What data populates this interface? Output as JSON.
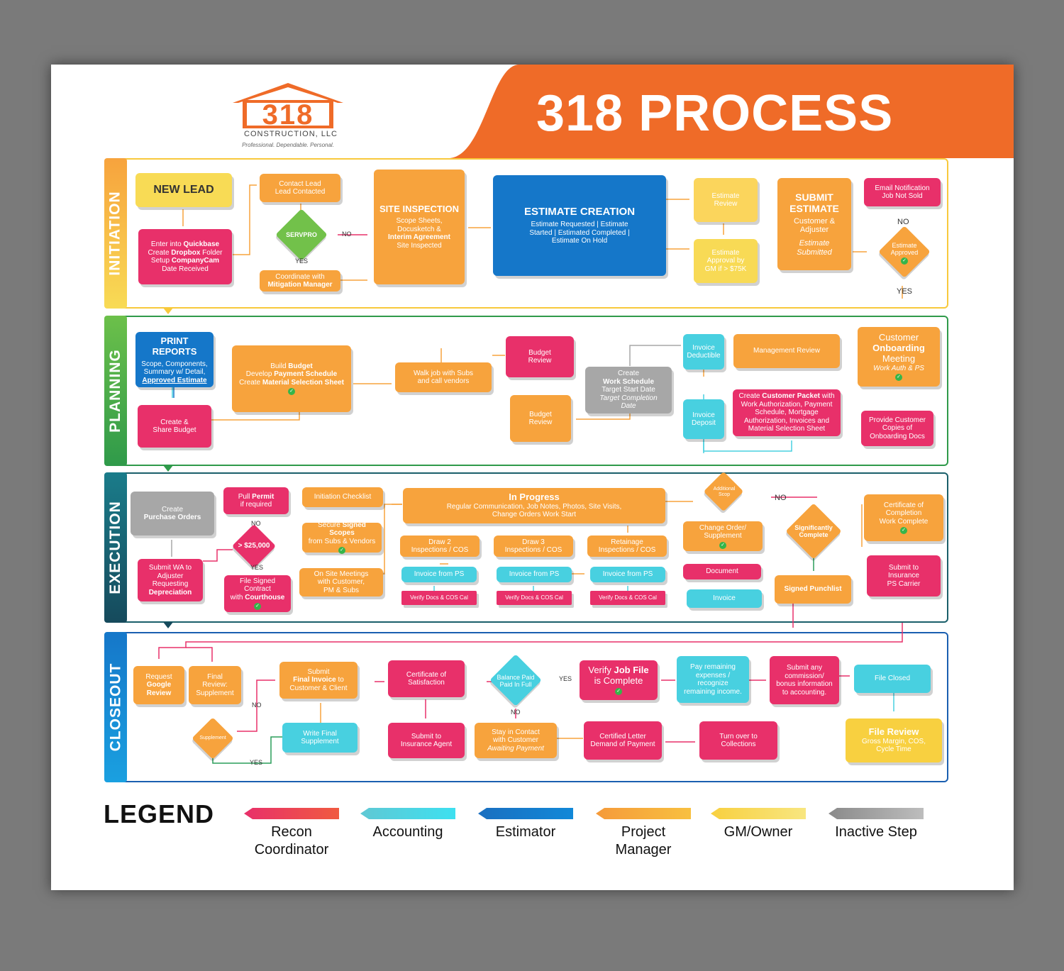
{
  "header": {
    "title": "318 PROCESS",
    "logo_number": "318",
    "logo_company": "CONSTRUCTION, LLC",
    "logo_tagline": "Professional. Dependable. Personal."
  },
  "colors": {
    "recon": "#e8306a",
    "accounting": "#48d0e0",
    "estimator": "#1577c9",
    "project_manager": "#f7a33d",
    "gm_owner": "#f8db55",
    "inactive": "#a7a7a7",
    "banner": "#ef6b28"
  },
  "sections": {
    "initiation": "INITIATION",
    "planning": "PLANNING",
    "execution": "EXECUTION",
    "closeout": "CLOSEOUT"
  },
  "initiation": {
    "new_lead": "NEW LEAD",
    "enter": {
      "l1": "Enter into ",
      "l1b": "Quickbase",
      "l2": "Create ",
      "l2b": "Dropbox",
      "l2c": " Folder",
      "l3": "Setup ",
      "l3b": "CompanyCam",
      "l4": "Date Received"
    },
    "contact": {
      "l1": "Contact Lead",
      "l2": "Lead Contacted"
    },
    "servpro": "SERVPRO",
    "no": "NO",
    "yes": "YES",
    "coordinate": {
      "l1": "Coordinate with",
      "l2": "Mitigation Manager"
    },
    "site": {
      "title": "SITE INSPECTION",
      "l1": "Scope Sheets,",
      "l2": "Docusketch &",
      "l3": "Interim Agreement",
      "l4": "Site Inspected"
    },
    "estimate_creation": {
      "title": "ESTIMATE CREATION",
      "l1": "Estimate Requested | Estimate",
      "l2": "Started | Estimated Completed |",
      "l3": "Estimate On Hold"
    },
    "estimate_review": {
      "l1": "Estimate",
      "l2": "Review"
    },
    "estimate_approval": {
      "l1": "Estimate",
      "l2": "Approval by",
      "l3": "GM if > $75K"
    },
    "submit": {
      "title1": "SUBMIT",
      "title2": "ESTIMATE",
      "l1": "Customer &",
      "l2": "Adjuster",
      "l3": "Estimate",
      "l4": "Submitted"
    },
    "email": {
      "l1": "Email Notification",
      "l2": "Job Not Sold"
    },
    "approved": {
      "l1": "Estimate",
      "l2": "Approved"
    },
    "no2": "NO",
    "yes2": "YES"
  },
  "planning": {
    "print": {
      "title": "PRINT REPORTS",
      "l1": "Scope, Components,",
      "l2": "Summary w/ Detail,",
      "l3": "Approved Estimate"
    },
    "create_budget": {
      "l1": "Create &",
      "l2": "Share Budget"
    },
    "build": {
      "l1": "Build ",
      "l1b": "Budget",
      "l2": "Develop ",
      "l2b": "Payment Schedule",
      "l3": "Create ",
      "l3b": "Material Selection Sheet"
    },
    "walk": {
      "l1": "Walk job with Subs",
      "l2": "and call vendors"
    },
    "budget_review_1": {
      "l1": "Budget",
      "l2": "Review"
    },
    "budget_review_2": {
      "l1": "Budget",
      "l2": "Review"
    },
    "work_schedule": {
      "l1": "Create",
      "l2": "Work Schedule",
      "l3": "Target Start Date",
      "l4": "Target Completion",
      "l5": "Date"
    },
    "invoice_deductible": {
      "l1": "Invoice",
      "l2": "Deductible"
    },
    "invoice_deposit": {
      "l1": "Invoice",
      "l2": "Deposit"
    },
    "management_review": "Management Review",
    "packet": {
      "l1": "Create ",
      "l1b": "Customer Packet",
      "l1c": " with",
      "l2": "Work Authorization, Payment",
      "l3": "Schedule, Mortgage",
      "l4": "Authorization, Invoices and",
      "l5": "Material Selection Sheet"
    },
    "onboarding": {
      "l1": "Customer",
      "l2": "Onboarding",
      "l3": "Meeting",
      "l4": "Work Auth & PS"
    },
    "provide": {
      "l1": "Provide Customer",
      "l2": "Copies of",
      "l3": "Onboarding Docs"
    }
  },
  "execution": {
    "purchase": {
      "l1": "Create",
      "l2": "Purchase Orders"
    },
    "submit_wa": {
      "l1": "Submit WA to",
      "l2": "Adjuster",
      "l3": "Requesting",
      "l4": "Depreciation"
    },
    "permit": {
      "l1": "Pull ",
      "l1b": "Permit",
      "l2": "if required"
    },
    "no": "NO",
    "gt": "> $25,000",
    "yes": "YES",
    "file_signed": {
      "l1": "File Signed",
      "l2": "Contract",
      "l3": "with ",
      "l3b": "Courthouse"
    },
    "initiation_checklist": "Initiation Checklist",
    "secure": {
      "l1": "Secure ",
      "l1b": "Signed Scopes",
      "l2": "from Subs & Vendors"
    },
    "onsite": {
      "l1": "On Site Meetings",
      "l2": "with Customer,",
      "l3": "PM & Subs"
    },
    "in_progress": {
      "title": "In Progress",
      "l1": "Regular Communication, Job Notes, Photos, Site Visits,",
      "l2": "Change Orders Work Start"
    },
    "draw2": {
      "l1": "Draw 2",
      "l2": "Inspections / COS"
    },
    "draw3": {
      "l1": "Draw 3",
      "l2": "Inspections / COS"
    },
    "retainage": {
      "l1": "Retainage",
      "l2": "Inspections / COS"
    },
    "invoice_ps_1": "Invoice from PS",
    "invoice_ps_2": "Invoice from PS",
    "invoice_ps_3": "Invoice from PS",
    "verify_1": "Verify Docs & COS Cal",
    "verify_2": "Verify Docs & COS Cal",
    "verify_3": "Verify Docs & COS Cal",
    "additional_scop": {
      "l1": "Additional",
      "l2": "Scop"
    },
    "no2": "NO",
    "change_order": {
      "l1": "Change Order/",
      "l2": "Supplement"
    },
    "document": "Document",
    "invoice": "Invoice",
    "significantly": {
      "l1": "Significantly",
      "l2": "Complete"
    },
    "signed_punchlist": "Signed Punchlist",
    "certificate": {
      "l1": "Certificate of",
      "l2": "Completion",
      "l3": "Work Complete"
    },
    "submit_insurance": {
      "l1": "Submit to",
      "l2": "Insurance",
      "l3": "PS Carrier"
    }
  },
  "closeout": {
    "request_google": {
      "l1": "Request",
      "l2": "Google",
      "l3": "Review"
    },
    "final_review": {
      "l1": "Final",
      "l2": "Review:",
      "l3": "Supplement"
    },
    "supplement": "Supplement",
    "no": "NO",
    "yes": "YES",
    "submit_final": {
      "l1": "Submit",
      "l2": "Final Invoice",
      "l2c": " to",
      "l3": "Customer & Client"
    },
    "write_final": {
      "l1": "Write Final",
      "l2": "Supplement"
    },
    "certificate_satisfaction": {
      "l1": "Certificate of",
      "l2": "Satisfaction"
    },
    "submit_agent": {
      "l1": "Submit to",
      "l2": "Insurance Agent"
    },
    "balance": {
      "l1": "Balance Paid",
      "l2": "Paid In Full"
    },
    "yes2": "YES",
    "no2": "NO",
    "stay": {
      "l1": "Stay in Contact",
      "l2": "with Customer",
      "l3": "Awaiting Payment"
    },
    "verify_job": {
      "l1": "Verify ",
      "l1b": "Job File",
      "l2": "is Complete"
    },
    "certified": {
      "l1": "Certified Letter",
      "l2": "Demand of Payment"
    },
    "pay_remaining": {
      "l1": "Pay remaining",
      "l2": "expenses /",
      "l3": "recognize",
      "l4": "remaining income."
    },
    "turn_over": {
      "l1": "Turn over to",
      "l2": "Collections"
    },
    "submit_commission": {
      "l1": "Submit any",
      "l2": "commission/",
      "l3": "bonus information",
      "l4": "to accounting."
    },
    "file_closed": "File Closed",
    "file_review": {
      "title": "File Review",
      "l1": "Gross Margin, COS,",
      "l2": "Cycle Time"
    }
  },
  "legend": {
    "title": "LEGEND",
    "items": [
      {
        "l1": "Recon",
        "l2": "Coordinator",
        "color": "#e8306a",
        "color2": "#f05a40"
      },
      {
        "l1": "Accounting",
        "l2": "",
        "color": "#5fc8d4",
        "color2": "#3ee0f0"
      },
      {
        "l1": "Estimator",
        "l2": "",
        "color": "#1a6fc0",
        "color2": "#1188d8"
      },
      {
        "l1": "Project",
        "l2": "Manager",
        "color": "#f59a3a",
        "color2": "#f8c040"
      },
      {
        "l1": "GM/Owner",
        "l2": "",
        "color": "#f8d040",
        "color2": "#f8e680"
      },
      {
        "l1": "Inactive Step",
        "l2": "",
        "color": "#8a8a8a",
        "color2": "#bdbdbd"
      }
    ]
  }
}
